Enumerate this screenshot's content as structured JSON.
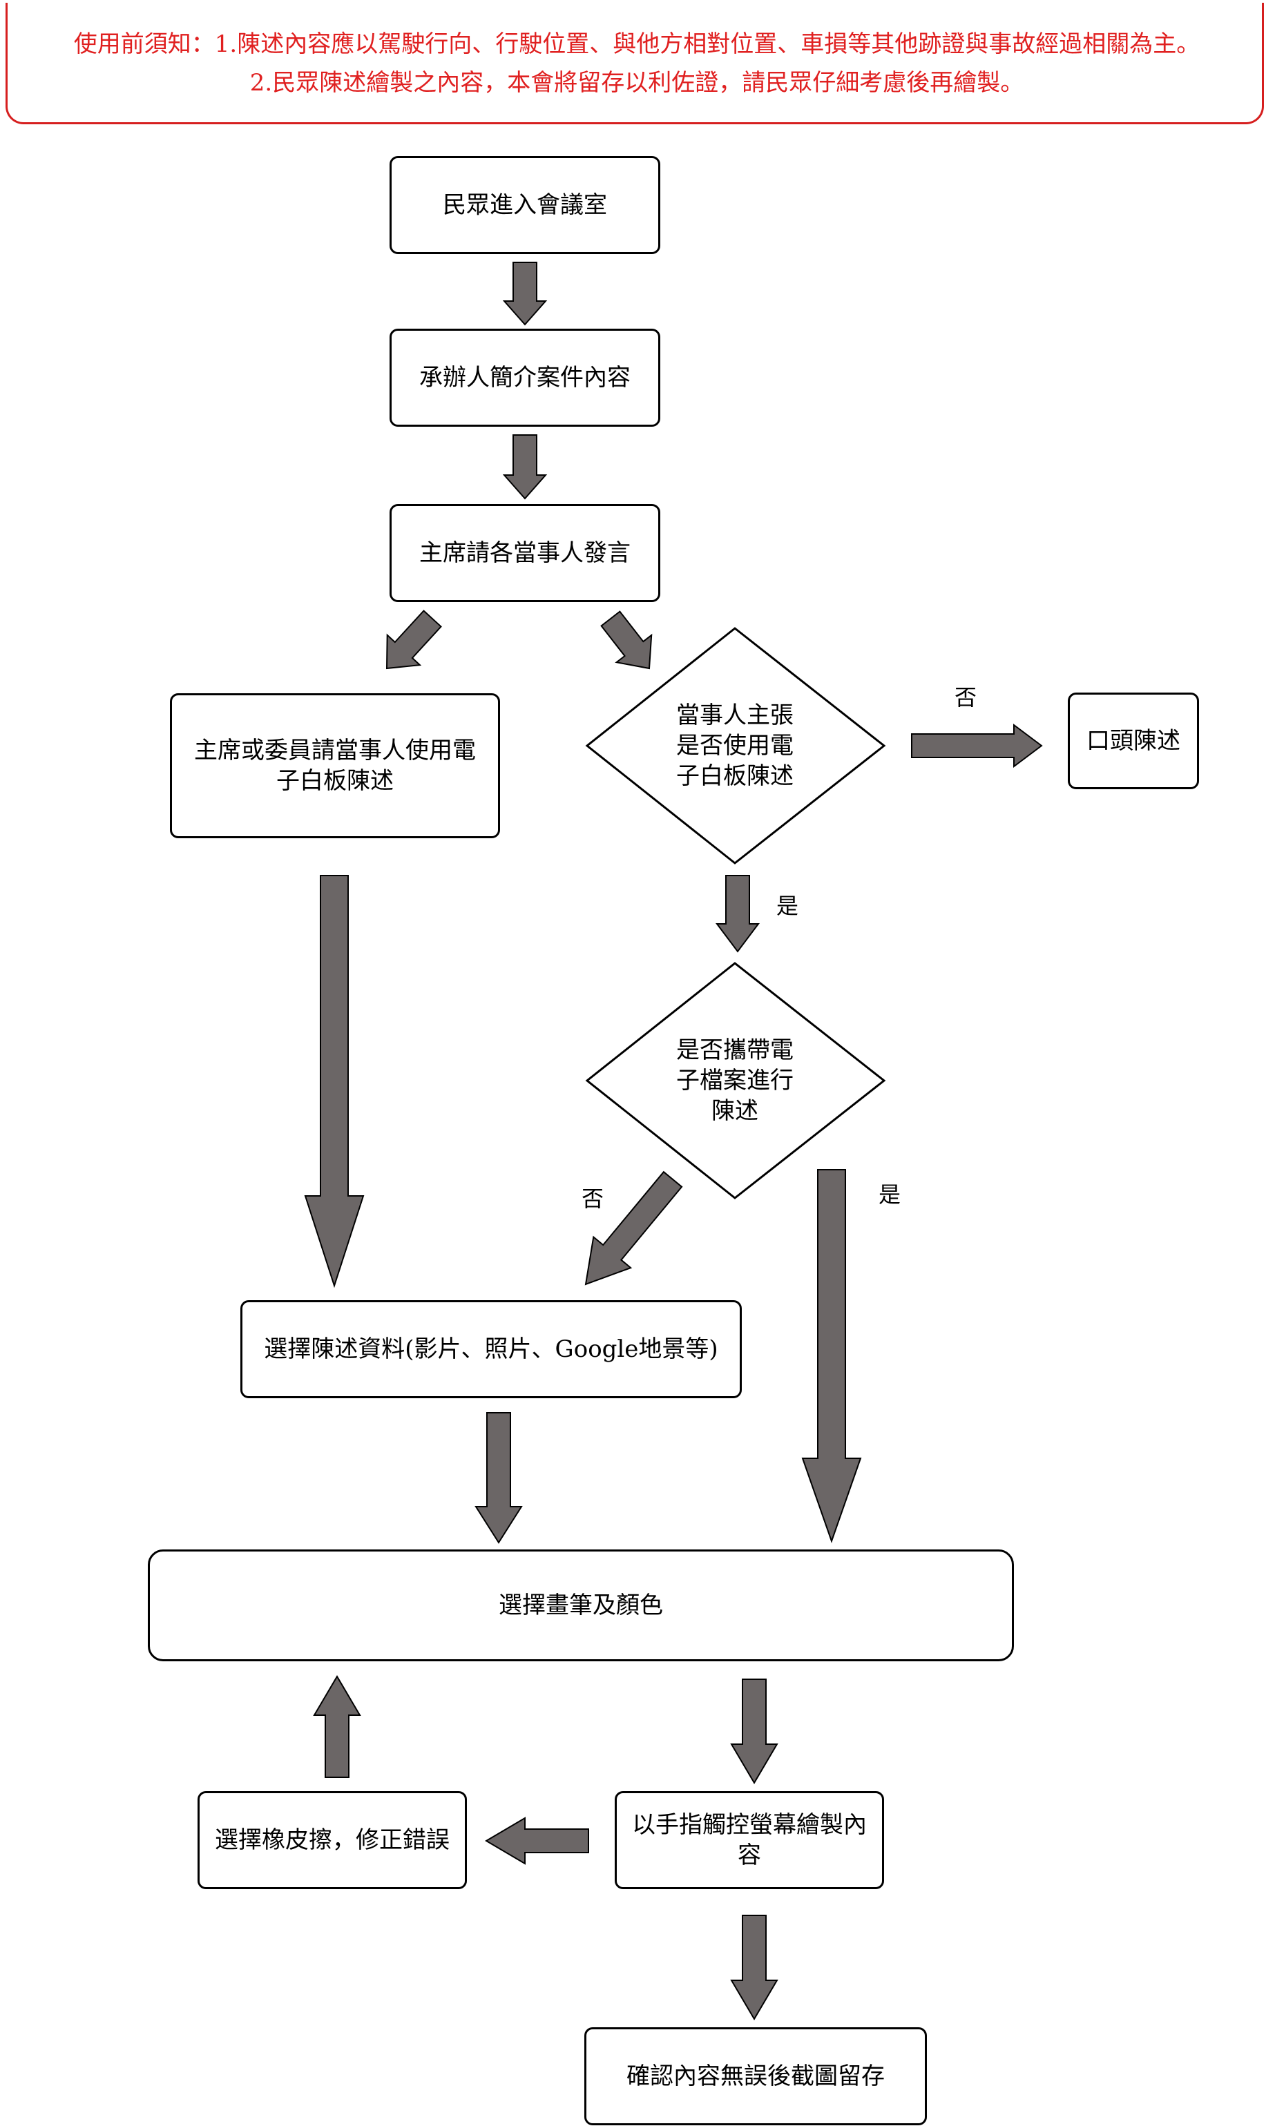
{
  "notice": {
    "line1": "使用前須知：1.陳述內容應以駕駛行向、行駛位置、與他方相對位置、車損等其他跡證與事故經過相關為主。",
    "line2": "2.民眾陳述繪製之內容，本會將留存以利佐證，請民眾仔細考慮後再繪製。",
    "color": "#e02020"
  },
  "steps": {
    "enter_room": "民眾進入會議室",
    "case_intro": "承辦人簡介案件內容",
    "chair_invite": "主席請各當事人發言",
    "chair_request_whiteboard": "主席或委員請當事人使用電子白板陳述",
    "oral_statement": "口頭陳述",
    "select_materials": "選擇陳述資料(影片、照片、Google地景等)",
    "select_pen_color": "選擇畫筆及顏色",
    "select_eraser": "選擇橡皮擦，修正錯誤",
    "draw_touch": "以手指觸控螢幕繪製內容",
    "confirm_screenshot": "確認內容無誤後截圖留存"
  },
  "decisions": {
    "use_whiteboard": "當事人主張是否使用電子白板陳述",
    "bring_files": "是否攜帶電子檔案進行陳述"
  },
  "labels": {
    "no_oral": "否",
    "yes_bring": "是",
    "no_materials": "否",
    "yes_pen": "是"
  },
  "colors": {
    "arrow_fill": "#6b6666",
    "box_border": "#000000"
  }
}
